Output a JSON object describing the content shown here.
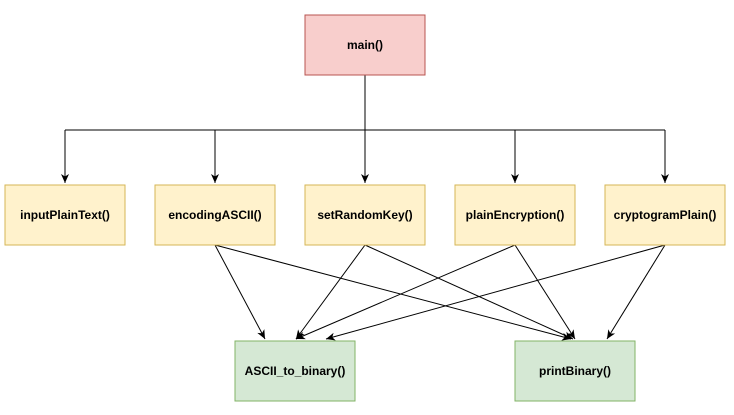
{
  "diagram": {
    "nodes": {
      "main": {
        "label": "main()",
        "fill": "#f8cecc",
        "stroke": "#b85450"
      },
      "inputPlainText": {
        "label": "inputPlainText()",
        "fill": "#fff2cc",
        "stroke": "#d6b656"
      },
      "encodingASCII": {
        "label": "encodingASCII()",
        "fill": "#fff2cc",
        "stroke": "#d6b656"
      },
      "setRandomKey": {
        "label": "setRandomKey()",
        "fill": "#fff2cc",
        "stroke": "#d6b656"
      },
      "plainEncryption": {
        "label": "plainEncryption()",
        "fill": "#fff2cc",
        "stroke": "#d6b656"
      },
      "cryptogramPlain": {
        "label": "cryptogramPlain()",
        "fill": "#fff2cc",
        "stroke": "#d6b656"
      },
      "asciiToBinary": {
        "label": "ASCII_to_binary()",
        "fill": "#d5e8d4",
        "stroke": "#82b366"
      },
      "printBinary": {
        "label": "printBinary()",
        "fill": "#d5e8d4",
        "stroke": "#82b366"
      }
    },
    "edges": [
      {
        "from": "main",
        "to": "inputPlainText"
      },
      {
        "from": "main",
        "to": "encodingASCII"
      },
      {
        "from": "main",
        "to": "setRandomKey"
      },
      {
        "from": "main",
        "to": "plainEncryption"
      },
      {
        "from": "main",
        "to": "cryptogramPlain"
      },
      {
        "from": "encodingASCII",
        "to": "asciiToBinary"
      },
      {
        "from": "encodingASCII",
        "to": "printBinary"
      },
      {
        "from": "setRandomKey",
        "to": "asciiToBinary"
      },
      {
        "from": "setRandomKey",
        "to": "printBinary"
      },
      {
        "from": "plainEncryption",
        "to": "asciiToBinary"
      },
      {
        "from": "plainEncryption",
        "to": "printBinary"
      },
      {
        "from": "cryptogramPlain",
        "to": "asciiToBinary"
      },
      {
        "from": "cryptogramPlain",
        "to": "printBinary"
      }
    ]
  }
}
